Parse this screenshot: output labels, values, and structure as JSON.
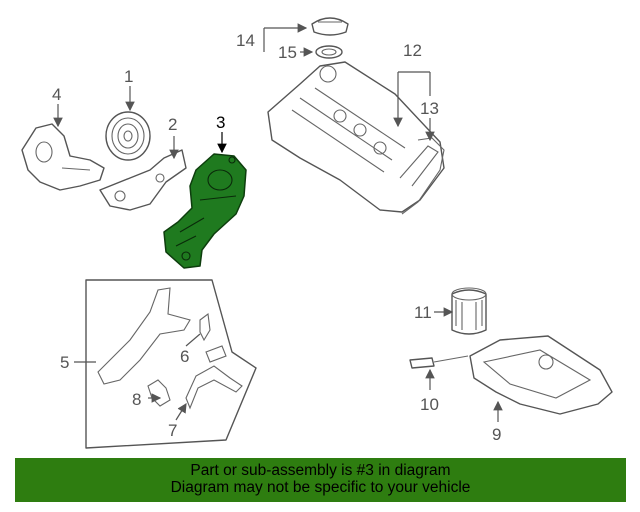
{
  "callouts": {
    "c1": "1",
    "c2": "2",
    "c3": "3",
    "c4": "4",
    "c5": "5",
    "c6": "6",
    "c7": "7",
    "c8": "8",
    "c9": "9",
    "c10": "10",
    "c11": "11",
    "c12": "12",
    "c13": "13",
    "c14": "14",
    "c15": "15"
  },
  "highlight_part": "3",
  "colors": {
    "highlight": "#1f7a1f",
    "banner": "#2e7d10",
    "line": "#555555"
  },
  "banner": {
    "line1": "Part or sub-assembly is #3 in diagram",
    "line2": "Diagram may not be specific to your vehicle"
  }
}
